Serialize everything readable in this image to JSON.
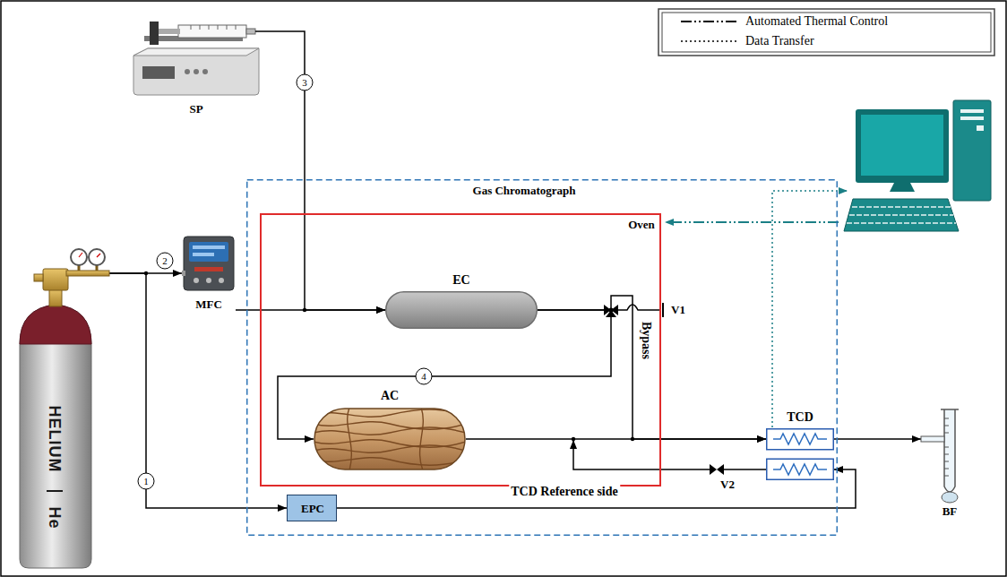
{
  "diagram": {
    "nodes": [
      {
        "text": [
          "SP"
        ]
      },
      {
        "text": [
          "HELIUM",
          "He"
        ]
      },
      {
        "text": [
          "MFC"
        ]
      },
      {
        "text": [
          "Gas Chromatograph"
        ]
      },
      {
        "text": [
          "Oven"
        ],
        "in": 3
      },
      {
        "text": [
          "EC"
        ],
        "in": 4
      },
      {
        "text": [
          "AC"
        ],
        "in": 4
      },
      {
        "text": [
          "TCD"
        ],
        "in": 3
      },
      {
        "text": [
          "EPC"
        ],
        "in": 3
      },
      {
        "text": [
          "BF"
        ]
      }
    ],
    "edges": [
      {
        "from": 1,
        "to": 2,
        "arrow": "to",
        "label": "2"
      },
      {
        "from": 1,
        "to": 8,
        "arrow": "to",
        "label": "1"
      },
      {
        "from": 0,
        "to": 5,
        "arrow": "to",
        "label": "3"
      },
      {
        "from": 2,
        "to": 5,
        "arrow": "to"
      },
      {
        "from": 5,
        "to": 6,
        "arrow": "to",
        "label": "4"
      },
      {
        "from": 5,
        "to": 7,
        "arrow": "to",
        "label": "Bypass"
      },
      {
        "from": 6,
        "to": 7,
        "arrow": "to"
      },
      {
        "from": 8,
        "to": 7,
        "arrow": "to",
        "label": "TCD Reference side"
      },
      {
        "from": 7,
        "to": 9,
        "arrow": "to"
      }
    ],
    "labels": [
      "V1",
      "V2"
    ],
    "legend": [
      {
        "text": "Automated Thermal Control"
      },
      {
        "text": "Data Transfer"
      }
    ]
  }
}
